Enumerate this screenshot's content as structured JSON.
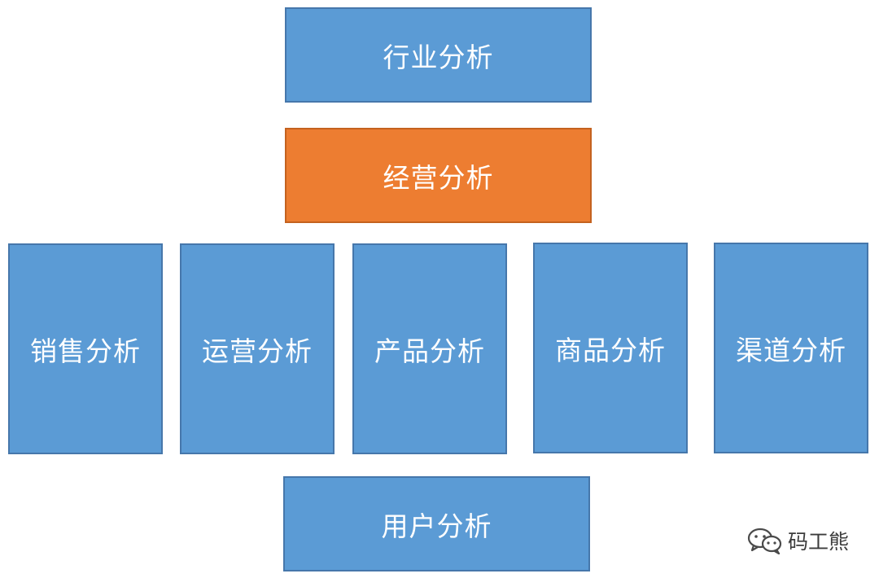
{
  "top": {
    "industry_label": "行业分析",
    "business_label": "经营分析"
  },
  "middle": {
    "items": [
      {
        "label": "销售分析"
      },
      {
        "label": "运营分析"
      },
      {
        "label": "产品分析"
      },
      {
        "label": "商品分析"
      },
      {
        "label": "渠道分析"
      }
    ]
  },
  "bottom": {
    "user_label": "用户分析"
  },
  "watermark": {
    "text": "码工熊",
    "icon": "wechat-icon"
  },
  "colors": {
    "blue": "#5b9bd5",
    "orange": "#ed7d31",
    "text": "#ffffff"
  }
}
